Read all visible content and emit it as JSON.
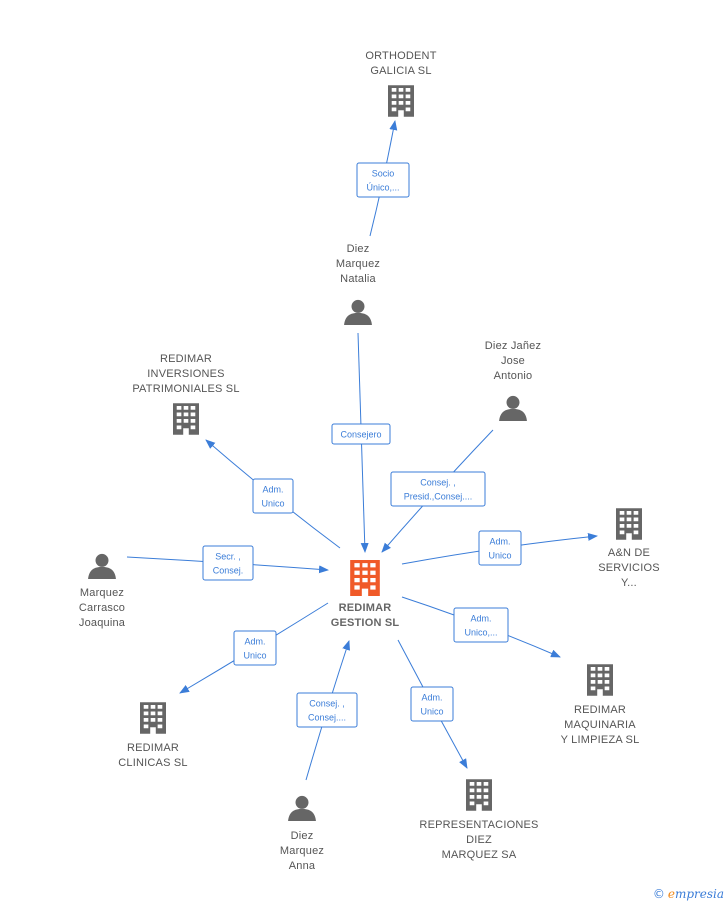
{
  "colors": {
    "edge": "#3b7dd8",
    "node_icon": "#666666",
    "center_icon": "#f05a28",
    "brand_accent": "#f08a1c"
  },
  "center": {
    "id": "redimar-gestion",
    "label": [
      "REDIMAR",
      "GESTION SL"
    ],
    "kind": "company"
  },
  "nodes": [
    {
      "id": "orthodent",
      "kind": "company",
      "label": [
        "ORTHODENT",
        "GALICIA  SL"
      ]
    },
    {
      "id": "diez-marquez-natalia",
      "kind": "person",
      "label": [
        "Diez",
        "Marquez",
        "Natalia"
      ]
    },
    {
      "id": "redimar-inversiones",
      "kind": "company",
      "label": [
        "REDIMAR",
        "INVERSIONES",
        "PATRIMONIALES SL"
      ]
    },
    {
      "id": "diez-janez-jose",
      "kind": "person",
      "label": [
        "Diez Jañez",
        "Jose",
        "Antonio"
      ]
    },
    {
      "id": "marquez-carrasco",
      "kind": "person",
      "label": [
        "Marquez",
        "Carrasco",
        "Joaquina"
      ]
    },
    {
      "id": "an-servicios",
      "kind": "company",
      "label": [
        "A&N DE",
        "SERVICIOS",
        "Y..."
      ]
    },
    {
      "id": "redimar-maquinaria",
      "kind": "company",
      "label": [
        "REDIMAR",
        "MAQUINARIA",
        "Y LIMPIEZA SL"
      ]
    },
    {
      "id": "redimar-clinicas",
      "kind": "company",
      "label": [
        "REDIMAR",
        "CLINICAS SL"
      ]
    },
    {
      "id": "diez-marquez-anna",
      "kind": "person",
      "label": [
        "Diez",
        "Marquez",
        "Anna"
      ]
    },
    {
      "id": "representaciones",
      "kind": "company",
      "label": [
        "REPRESENTACIONES",
        "DIEZ",
        "MARQUEZ SA"
      ]
    }
  ],
  "edges": [
    {
      "from": "diez-marquez-natalia",
      "to": "orthodent",
      "label": [
        "Socio",
        "Único,..."
      ]
    },
    {
      "from": "diez-marquez-natalia",
      "to": "redimar-gestion",
      "label": [
        "Consejero"
      ]
    },
    {
      "from": "redimar-gestion",
      "to": "redimar-inversiones",
      "label": [
        "Adm.",
        "Unico"
      ]
    },
    {
      "from": "diez-janez-jose",
      "to": "redimar-gestion",
      "label": [
        "Consej. ,",
        "Presid.,Consej...."
      ]
    },
    {
      "from": "marquez-carrasco",
      "to": "redimar-gestion",
      "label": [
        "Secr. ,",
        "Consej."
      ]
    },
    {
      "from": "redimar-gestion",
      "to": "an-servicios",
      "label": [
        "Adm.",
        "Unico"
      ]
    },
    {
      "from": "redimar-gestion",
      "to": "redimar-maquinaria",
      "label": [
        "Adm.",
        "Unico,..."
      ]
    },
    {
      "from": "redimar-gestion",
      "to": "redimar-clinicas",
      "label": [
        "Adm.",
        "Unico"
      ]
    },
    {
      "from": "diez-marquez-anna",
      "to": "redimar-gestion",
      "label": [
        "Consej. ,",
        "Consej...."
      ]
    },
    {
      "from": "redimar-gestion",
      "to": "representaciones",
      "label": [
        "Adm.",
        "Unico"
      ]
    }
  ],
  "brand": {
    "copyright": "©",
    "initial": "e",
    "rest": "mpresia"
  }
}
